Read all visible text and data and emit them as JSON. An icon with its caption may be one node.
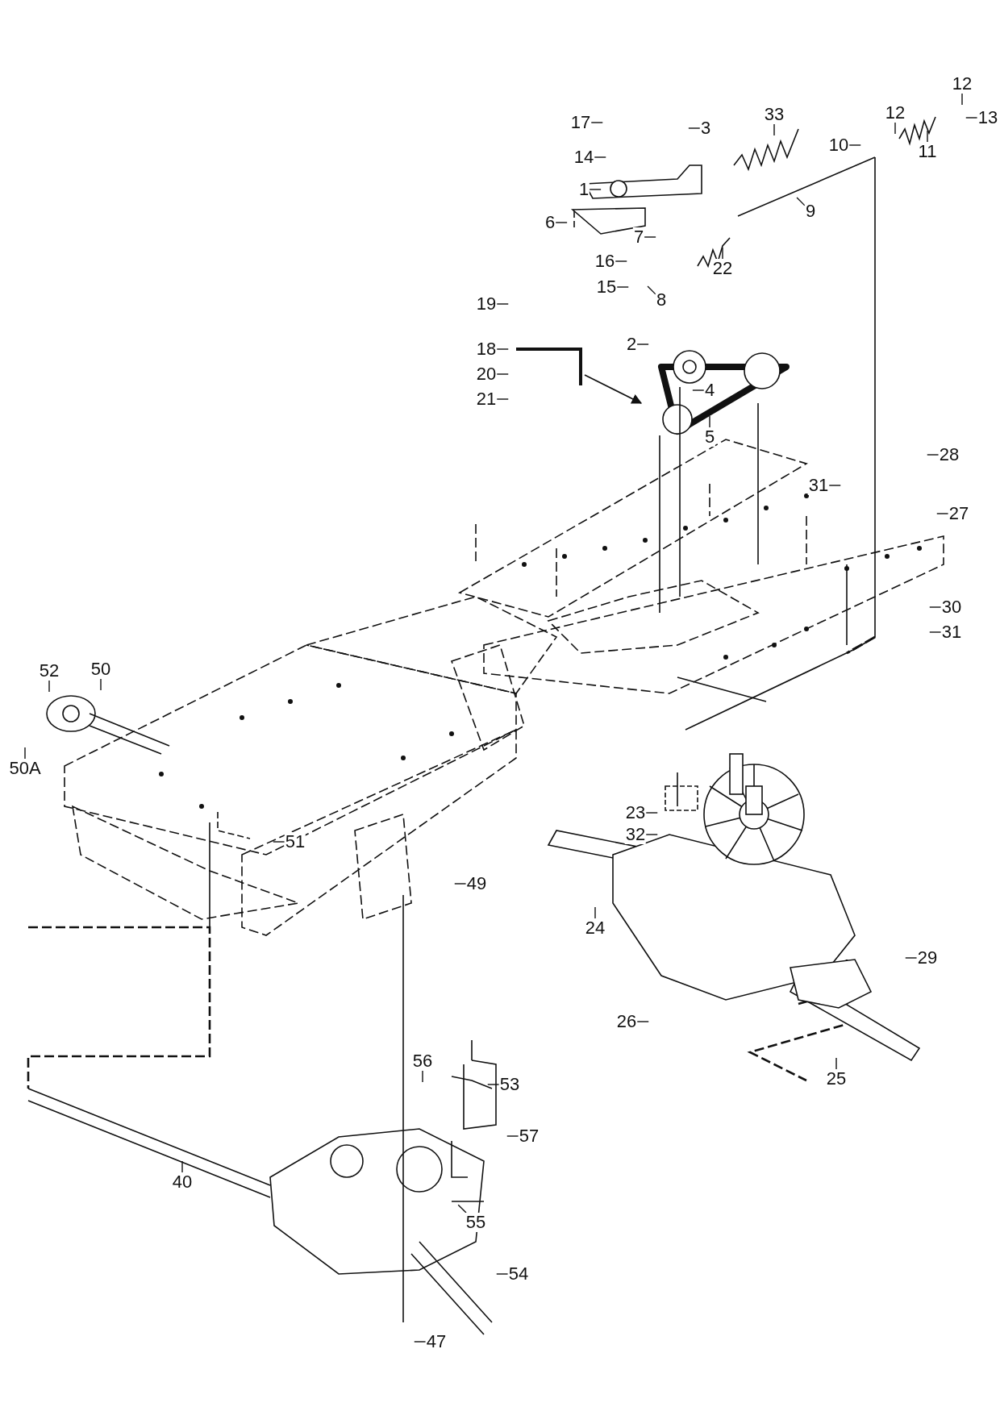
{
  "diagram": {
    "nodes": [
      {
        "text": [
          "17"
        ]
      },
      {
        "text": [
          "3"
        ]
      },
      {
        "text": [
          "33"
        ]
      },
      {
        "text": [
          "12"
        ]
      },
      {
        "text": [
          "13"
        ]
      },
      {
        "text": [
          "12"
        ]
      },
      {
        "text": [
          "10"
        ]
      },
      {
        "text": [
          "11"
        ]
      },
      {
        "text": [
          "14"
        ]
      },
      {
        "text": [
          "1"
        ]
      },
      {
        "text": [
          "9"
        ]
      },
      {
        "text": [
          "6"
        ]
      },
      {
        "text": [
          "7"
        ]
      },
      {
        "text": [
          "16"
        ]
      },
      {
        "text": [
          "22"
        ]
      },
      {
        "text": [
          "15"
        ]
      },
      {
        "text": [
          "8"
        ]
      },
      {
        "text": [
          "19"
        ]
      },
      {
        "text": [
          "18"
        ]
      },
      {
        "text": [
          "2"
        ]
      },
      {
        "text": [
          "20"
        ]
      },
      {
        "text": [
          "4"
        ]
      },
      {
        "text": [
          "21"
        ]
      },
      {
        "text": [
          "5"
        ]
      },
      {
        "text": [
          "28"
        ]
      },
      {
        "text": [
          "31"
        ]
      },
      {
        "text": [
          "27"
        ]
      },
      {
        "text": [
          "30"
        ]
      },
      {
        "text": [
          "31"
        ]
      },
      {
        "text": [
          "52"
        ]
      },
      {
        "text": [
          "50"
        ]
      },
      {
        "text": [
          "50A"
        ]
      },
      {
        "text": [
          "23"
        ]
      },
      {
        "text": [
          "32"
        ]
      },
      {
        "text": [
          "51"
        ]
      },
      {
        "text": [
          "49"
        ]
      },
      {
        "text": [
          "24"
        ]
      },
      {
        "text": [
          "29"
        ]
      },
      {
        "text": [
          "26"
        ]
      },
      {
        "text": [
          "56"
        ]
      },
      {
        "text": [
          "53"
        ]
      },
      {
        "text": [
          "25"
        ]
      },
      {
        "text": [
          "57"
        ]
      },
      {
        "text": [
          "40"
        ]
      },
      {
        "text": [
          "55"
        ]
      },
      {
        "text": [
          "54"
        ]
      },
      {
        "text": [
          "47"
        ]
      }
    ],
    "edges": [
      {
        "from": 0,
        "to": null,
        "arrow": "none"
      },
      {
        "from": 1,
        "to": null,
        "arrow": "none"
      },
      {
        "from": 2,
        "to": null,
        "arrow": "none"
      },
      {
        "from": 3,
        "to": null,
        "arrow": "none"
      },
      {
        "from": 4,
        "to": null,
        "arrow": "none"
      },
      {
        "from": 5,
        "to": null,
        "arrow": "none"
      },
      {
        "from": 6,
        "to": null,
        "arrow": "none"
      },
      {
        "from": 7,
        "to": null,
        "arrow": "none"
      },
      {
        "from": 8,
        "to": null,
        "arrow": "none"
      },
      {
        "from": 9,
        "to": null,
        "arrow": "none"
      },
      {
        "from": 10,
        "to": null,
        "arrow": "none"
      },
      {
        "from": 11,
        "to": null,
        "arrow": "none"
      },
      {
        "from": 12,
        "to": null,
        "arrow": "none"
      },
      {
        "from": 13,
        "to": null,
        "arrow": "none"
      },
      {
        "from": 14,
        "to": null,
        "arrow": "none"
      },
      {
        "from": 15,
        "to": null,
        "arrow": "none"
      },
      {
        "from": 16,
        "to": null,
        "arrow": "none"
      },
      {
        "from": 17,
        "to": null,
        "arrow": "none"
      },
      {
        "from": 18,
        "to": null,
        "arrow": "none"
      },
      {
        "from": 19,
        "to": null,
        "arrow": "none"
      },
      {
        "from": 20,
        "to": null,
        "arrow": "none"
      },
      {
        "from": 21,
        "to": null,
        "arrow": "none"
      },
      {
        "from": 22,
        "to": null,
        "arrow": "none"
      },
      {
        "from": 23,
        "to": null,
        "arrow": "none"
      },
      {
        "from": 24,
        "to": null,
        "arrow": "none"
      },
      {
        "from": 25,
        "to": null,
        "arrow": "none"
      },
      {
        "from": 26,
        "to": null,
        "arrow": "none"
      },
      {
        "from": 27,
        "to": null,
        "arrow": "none"
      },
      {
        "from": 28,
        "to": null,
        "arrow": "none"
      },
      {
        "from": 29,
        "to": null,
        "arrow": "none"
      },
      {
        "from": 30,
        "to": null,
        "arrow": "none"
      },
      {
        "from": 31,
        "to": null,
        "arrow": "none"
      },
      {
        "from": 32,
        "to": null,
        "arrow": "none"
      },
      {
        "from": 33,
        "to": null,
        "arrow": "none"
      },
      {
        "from": 34,
        "to": null,
        "arrow": "none"
      },
      {
        "from": 35,
        "to": null,
        "arrow": "none"
      },
      {
        "from": 36,
        "to": null,
        "arrow": "none"
      },
      {
        "from": 37,
        "to": null,
        "arrow": "none"
      },
      {
        "from": 38,
        "to": null,
        "arrow": "none"
      },
      {
        "from": 39,
        "to": null,
        "arrow": "none"
      },
      {
        "from": 40,
        "to": null,
        "arrow": "none"
      },
      {
        "from": 41,
        "to": null,
        "arrow": "none"
      },
      {
        "from": 42,
        "to": null,
        "arrow": "none"
      },
      {
        "from": 43,
        "to": null,
        "arrow": "none"
      },
      {
        "from": 44,
        "to": null,
        "arrow": "none"
      },
      {
        "from": 45,
        "to": null,
        "arrow": "none"
      },
      {
        "from": 46,
        "to": null,
        "arrow": "none"
      }
    ]
  }
}
